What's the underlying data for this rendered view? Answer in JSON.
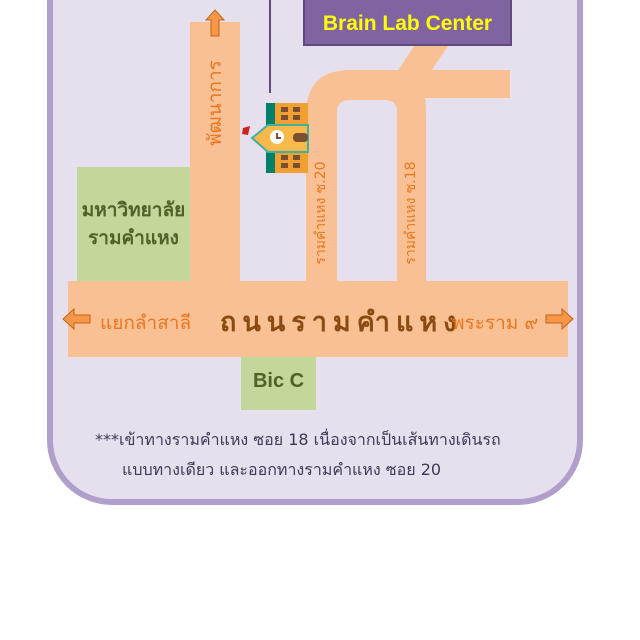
{
  "banner": {
    "title": "Brain Lab Center"
  },
  "roads": {
    "main": "ถนนรามคำแหง",
    "left_road": "พัฒนาการ",
    "soi20": "รามคำแหง ซ.20",
    "soi18": "รามคำแหง ซ.18",
    "west_direction": "แยกลำสาลี",
    "east_direction": "พระราม ๙"
  },
  "landmarks": {
    "university_line1": "มหาวิทยาลัย",
    "university_line2": "รามคำแหง",
    "bigc": "Bic C"
  },
  "note": {
    "line1": "***เข้าทางรามคำแหง ซอย 18 เนื่องจากเป็นเส้นทางเดินรถ",
    "line2": "แบบทางเดียว และออกทางรามคำแหง ซอย 20"
  },
  "colors": {
    "road": "#f9c193",
    "background": "#e6e0ee",
    "border": "#b09fcb",
    "banner": "#8064a2",
    "green": "#c4d79b"
  }
}
